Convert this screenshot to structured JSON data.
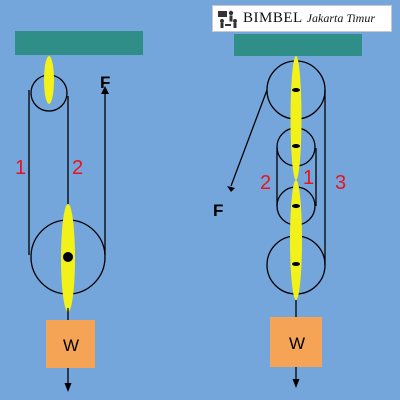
{
  "logo": {
    "brand": "BIMBEL",
    "subtitle": "Jakarta Timur"
  },
  "left_system": {
    "rope_labels": [
      "1",
      "2"
    ],
    "force_label": "F",
    "load_label": "W"
  },
  "right_system": {
    "rope_labels": [
      "2",
      "1",
      "3"
    ],
    "force_label": "F",
    "load_label": "W"
  },
  "colors": {
    "background": "#74a6dc",
    "ceiling": "#2f8f88",
    "axle": "#f2f21a",
    "load": "#f5a456",
    "label_red": "#e8141b"
  }
}
